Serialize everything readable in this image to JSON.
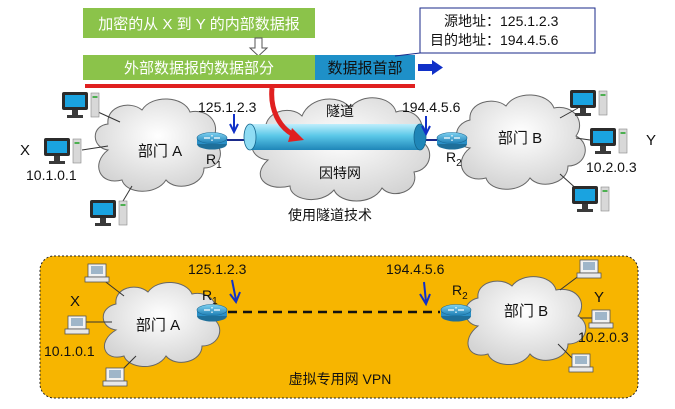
{
  "top": {
    "encrypted_label": "加密的从 X 到 Y 的内部数据报",
    "data_part_label": "外部数据报的数据部分",
    "header_label": "数据报首部",
    "addr_src": "源地址：125.1.2.3",
    "addr_dst": "目的地址：194.4.5.6",
    "ip_r1": "125.1.2.3",
    "ip_r2": "194.4.5.6",
    "tunnel_label": "隧道",
    "internet_label": "因特网",
    "dept_a": "部门 A",
    "dept_b": "部门 B",
    "router1": "R",
    "router1_sub": "1",
    "router2": "R",
    "router2_sub": "2",
    "host_x": "X",
    "host_x_ip": "10.1.0.1",
    "host_y": "Y",
    "host_y_ip": "10.2.0.3",
    "caption": "使用隧道技术"
  },
  "bottom": {
    "ip_r1": "125.1.2.3",
    "ip_r2": "194.4.5.6",
    "dept_a": "部门 A",
    "dept_b": "部门 B",
    "router1": "R",
    "router1_sub": "1",
    "router2": "R",
    "router2_sub": "2",
    "host_x": "X",
    "host_x_ip": "10.1.0.1",
    "host_y": "Y",
    "host_y_ip": "10.2.0.3",
    "caption": "虚拟专用网 VPN"
  },
  "colors": {
    "green_box": "#8BC34A",
    "blue_box": "#1E90C8",
    "tunnel": "#5BC8E8",
    "red_line": "#E02020",
    "orange_panel": "#F7B500",
    "arrow_blue": "#1030C8"
  }
}
